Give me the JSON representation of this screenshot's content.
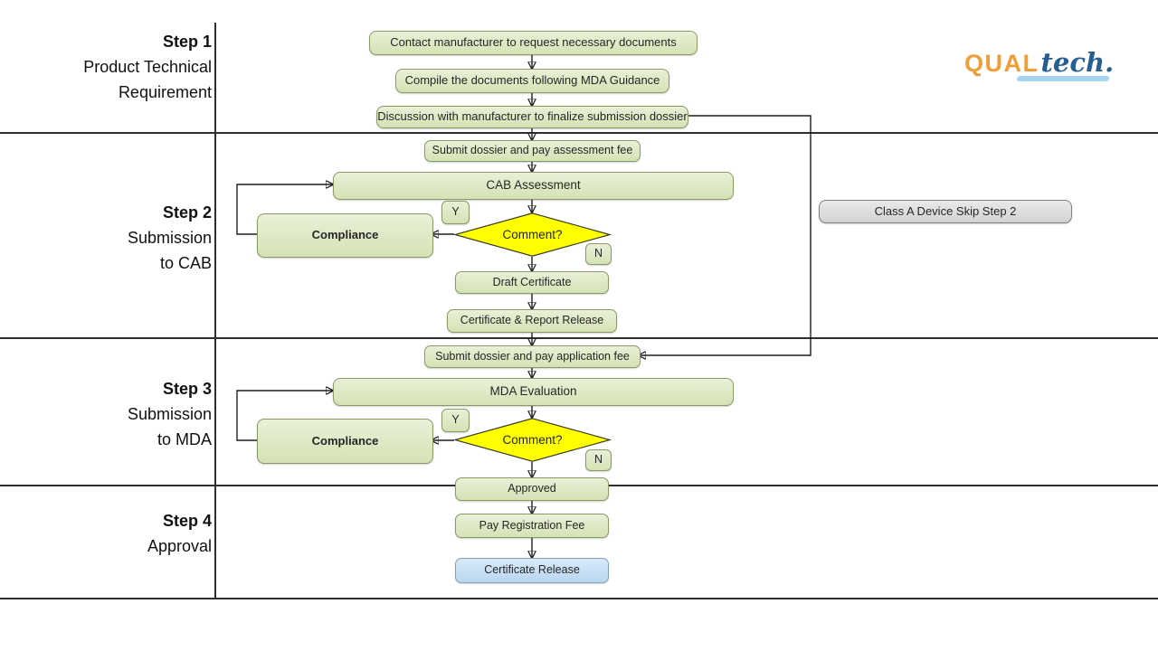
{
  "steps": [
    {
      "title": "Step 1",
      "lines": [
        "Product Technical",
        "Requirement"
      ]
    },
    {
      "title": "Step 2",
      "lines": [
        "Submission",
        "to CAB"
      ]
    },
    {
      "title": "Step 3",
      "lines": [
        "Submission",
        "to MDA"
      ]
    },
    {
      "title": "Step 4",
      "lines": [
        "Approval"
      ]
    }
  ],
  "nodes": {
    "contact": "Contact manufacturer to request necessary documents",
    "compile": "Compile the documents following MDA Guidance",
    "discussion": "Discussion with manufacturer to finalize submission dossier",
    "submit_assessment": "Submit dossier and pay assessment fee",
    "cab_assessment": "CAB Assessment",
    "comment_cab": "Comment?",
    "compliance_cab": "Compliance",
    "yes_cab": "Y",
    "no_cab": "N",
    "draft_certificate": "Draft Certificate",
    "certificate_report_release": "Certificate & Report Release",
    "submit_application": "Submit dossier and pay application fee",
    "mda_evaluation": "MDA Evaluation",
    "comment_mda": "Comment?",
    "compliance_mda": "Compliance",
    "yes_mda": "Y",
    "no_mda": "N",
    "approved": "Approved",
    "pay_registration_fee": "Pay Registration Fee",
    "certificate_release": "Certificate Release",
    "class_a_note": "Class A Device Skip Step 2"
  },
  "logo": {
    "brand_primary": "QUAL",
    "brand_secondary": "tech.",
    "primary_color": "#EF9F39",
    "secondary_color": "#265E92",
    "underline_color": "#A6D3EE"
  },
  "colors": {
    "process_fill": "#D5E2B4",
    "process_border": "#8A9A64",
    "decision_fill": "#FFFF00",
    "decision_border": "#3A3A23",
    "release_fill": "#B9D6F0",
    "release_border": "#85A0B8",
    "note_fill": "#D9D9D9",
    "note_border": "#7F7F7F",
    "line_color": "#1F1F1F"
  }
}
